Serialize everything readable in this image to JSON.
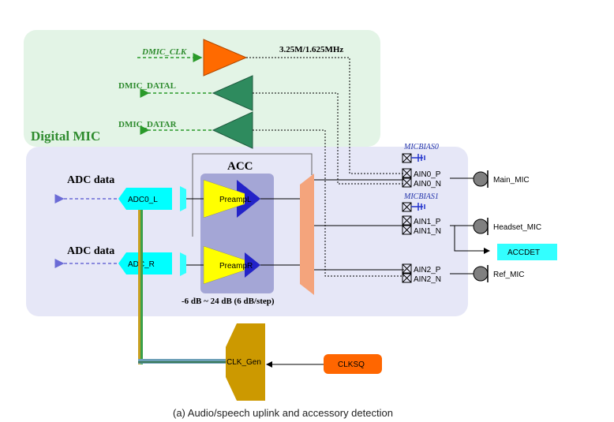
{
  "caption": "(a) Audio/speech uplink and accessory detection",
  "digital_mic": {
    "title": "Digital MIC",
    "dmic_clk": "DMIC_CLK",
    "clk_freq": "3.25M/1.625MHz",
    "dmic_datal": "DMIC_DATAL",
    "dmic_datar": "DMIC_DATAR"
  },
  "acc": {
    "title": "ACC",
    "preamp_l": "PreampL",
    "preamp_r": "PreampR",
    "gain_range": "-6 dB ~ 24 dB (6 dB/step)"
  },
  "adc": {
    "adc0_l": "ADC0_L",
    "adc_r": "ADC_R",
    "adc_data_1": "ADC data",
    "adc_data_2": "ADC data"
  },
  "pins": {
    "micbias0": "MICBIAS0",
    "micbias1": "MICBIAS1",
    "ain0_p": "AIN0_P",
    "ain0_n": "AIN0_N",
    "ain1_p": "AIN1_P",
    "ain1_n": "AIN1_N",
    "ain2_p": "AIN2_P",
    "ain2_n": "AIN2_N"
  },
  "mics": {
    "main": "Main_MIC",
    "headset": "Headset_MIC",
    "ref": "Ref_MIC"
  },
  "accdet": "ACCDET",
  "clk_gen": "CLK_Gen",
  "clksq": "CLKSQ",
  "colors": {
    "digital_bg": "#e3f4e6",
    "analog_bg": "#e6e7f7",
    "acc_box": "#a4a6d6",
    "orange_amp": "#ff6a00",
    "green_amp": "#2e8b5e",
    "preamp": "#ffff00",
    "preamp_tip": "#2323c8",
    "mux": "#f4a47c",
    "adc": "#00ffff",
    "accdet": "#33ffff",
    "clk_gen": "#cc9900",
    "clksq": "#ff6600",
    "dmic_text": "#2e8b2e",
    "micbias_text": "#2233aa"
  }
}
